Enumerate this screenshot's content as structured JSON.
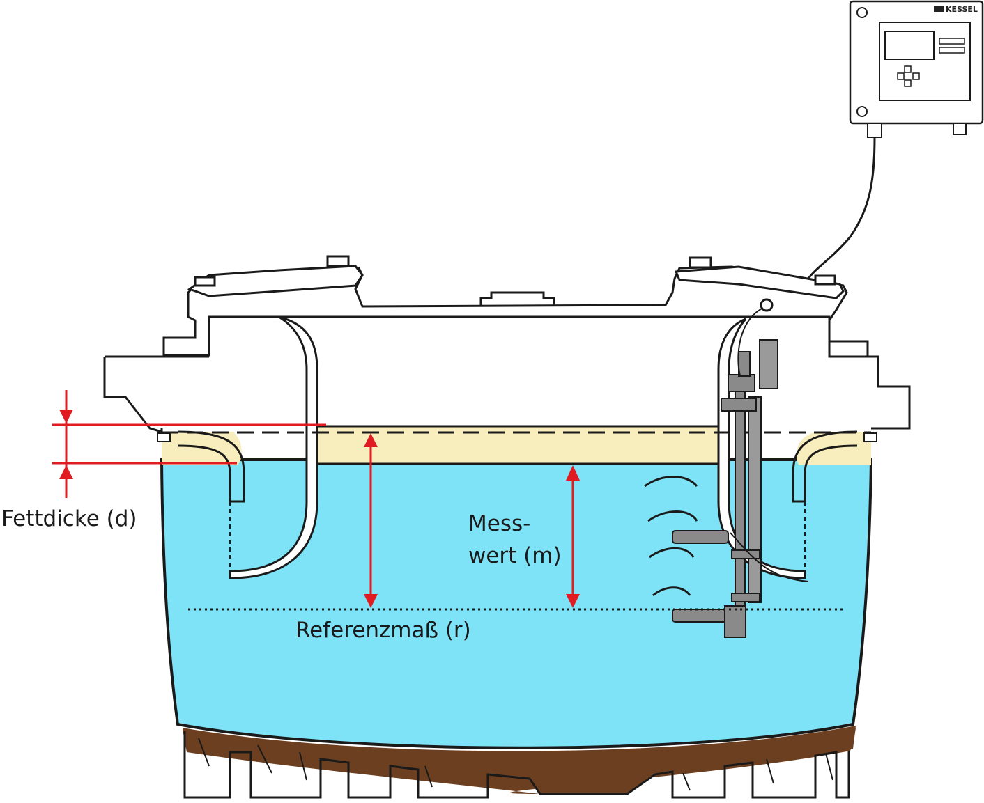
{
  "labels": {
    "fat_thickness": "Fettdicke (d)",
    "measured_value_line1": "Mess-",
    "measured_value_line2": "wert (m)",
    "reference": "Referenzmaß (r)"
  },
  "control_unit": {
    "brand": "KESSEL"
  },
  "colors": {
    "water": "#7fe3f7",
    "grease": "#f8edbc",
    "sludge": "#6b3f1f",
    "arrow": "#e11b22",
    "outline": "#1a1a1a",
    "sensor": "#8a8a8a"
  }
}
